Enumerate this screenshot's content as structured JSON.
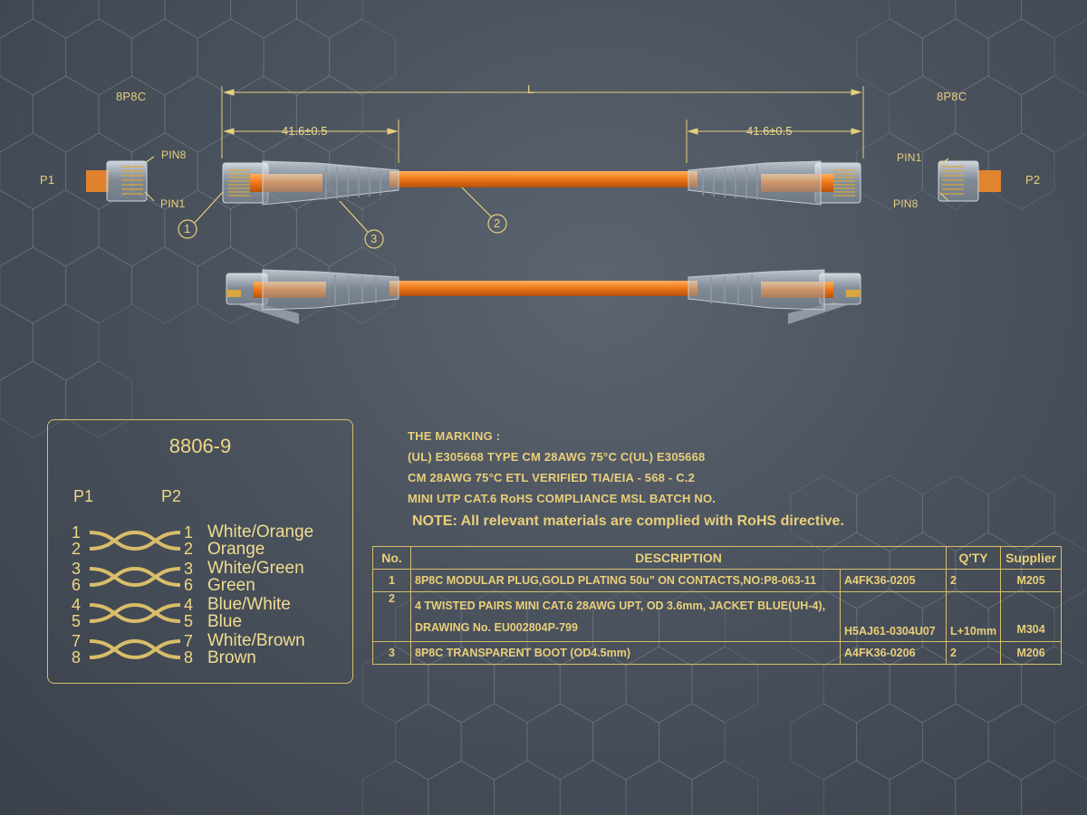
{
  "drawing": {
    "connector_left": "8P8C",
    "connector_right": "8P8C",
    "p1": "P1",
    "p2": "P2",
    "pin8_left": "PIN8",
    "pin1_left": "PIN1",
    "pin1_right": "PIN1",
    "pin8_right": "PIN8",
    "length": "L",
    "dim_left": "41.6±0.5",
    "dim_right": "41.6±0.5",
    "callouts": [
      "1",
      "2",
      "3"
    ],
    "cable_color": "#f07a1a"
  },
  "wiring": {
    "title": "8806-9",
    "head_p1": "P1",
    "head_p2": "P2",
    "pairs": [
      {
        "a": "1",
        "b": "2",
        "ra": "1",
        "rb": "2",
        "color_a": "White/Orange",
        "color_b": "Orange"
      },
      {
        "a": "3",
        "b": "6",
        "ra": "3",
        "rb": "6",
        "color_a": "White/Green",
        "color_b": "Green"
      },
      {
        "a": "4",
        "b": "5",
        "ra": "4",
        "rb": "5",
        "color_a": "Blue/White",
        "color_b": "Blue"
      },
      {
        "a": "7",
        "b": "8",
        "ra": "7",
        "rb": "8",
        "color_a": "White/Brown",
        "color_b": "Brown"
      }
    ]
  },
  "marking": {
    "lines": [
      "THE MARKING :",
      "(UL)   E305668 TYPE CM 28AWG 75°C     C(UL) E305668",
      "CM 28AWG 75°C ETL VERIFIED TIA/EIA - 568 - C.2",
      "MINI UTP CAT.6    RoHS COMPLIANCE MSL BATCH NO."
    ],
    "note": "NOTE: All relevant materials are complied with RoHS directive."
  },
  "bom": {
    "headers": [
      "No.",
      "DESCRIPTION",
      "Q'TY",
      "Supplier"
    ],
    "rows": [
      {
        "no": "1",
        "desc1": "8P8C MODULAR PLUG,GOLD PLATING 50u\" ON CONTACTS,NO:P8-063-11",
        "desc2": "",
        "part": "A4FK36-0205",
        "qty": "2",
        "supplier": "M205"
      },
      {
        "no": "2",
        "desc1": "4 TWISTED PAIRS MINI CAT.6    28AWG UPT, OD 3.6mm, JACKET BLUE(UH-4),",
        "desc2": "DRAWING No. EU002804P-799",
        "part": "H5AJ61-0304U07",
        "qty": "L+10mm",
        "supplier": "M304"
      },
      {
        "no": "3",
        "desc1": "8P8C TRANSPARENT BOOT (OD4.5mm)",
        "desc2": "",
        "part": "A4FK36-0206",
        "qty": "2",
        "supplier": "M206"
      }
    ]
  }
}
